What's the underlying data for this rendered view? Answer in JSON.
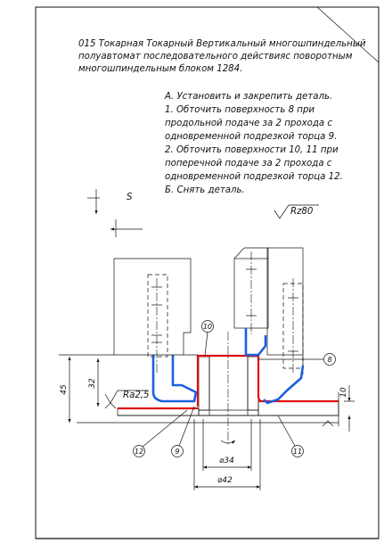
{
  "operation": {
    "line1": "015 Токарная  Токарный Вертикальный многошпиндельный",
    "line2": "полуавтомат последовательного действияс поворотным",
    "line3": "многошпиндельным блоком 1284."
  },
  "steps": [
    "А. Установить и закрепить деталь.",
    "1. Обточить поверхность 8 при",
    "продольной подаче за 2 прохода с",
    "одновременной подрезкой торца 9.",
    "2. Обточить поверхности 10, 11 при",
    "поперечной подаче за 2 прохода с",
    "одновременной подрезкой торца 12.",
    "Б. Снять деталь."
  ],
  "roughness_general": "Rz80",
  "roughness_local": "Ra2,5",
  "feed_label": "S",
  "dimensions": {
    "h45": "45",
    "h32": "32",
    "h10": "10",
    "d34": "⌀34",
    "d42": "⌀42"
  },
  "callouts": {
    "c8": "8",
    "c9": "9",
    "c10": "10",
    "c11": "11",
    "c12": "12"
  },
  "colors": {
    "machined_surface": "#e01010",
    "tool": "#1a5fe0"
  }
}
